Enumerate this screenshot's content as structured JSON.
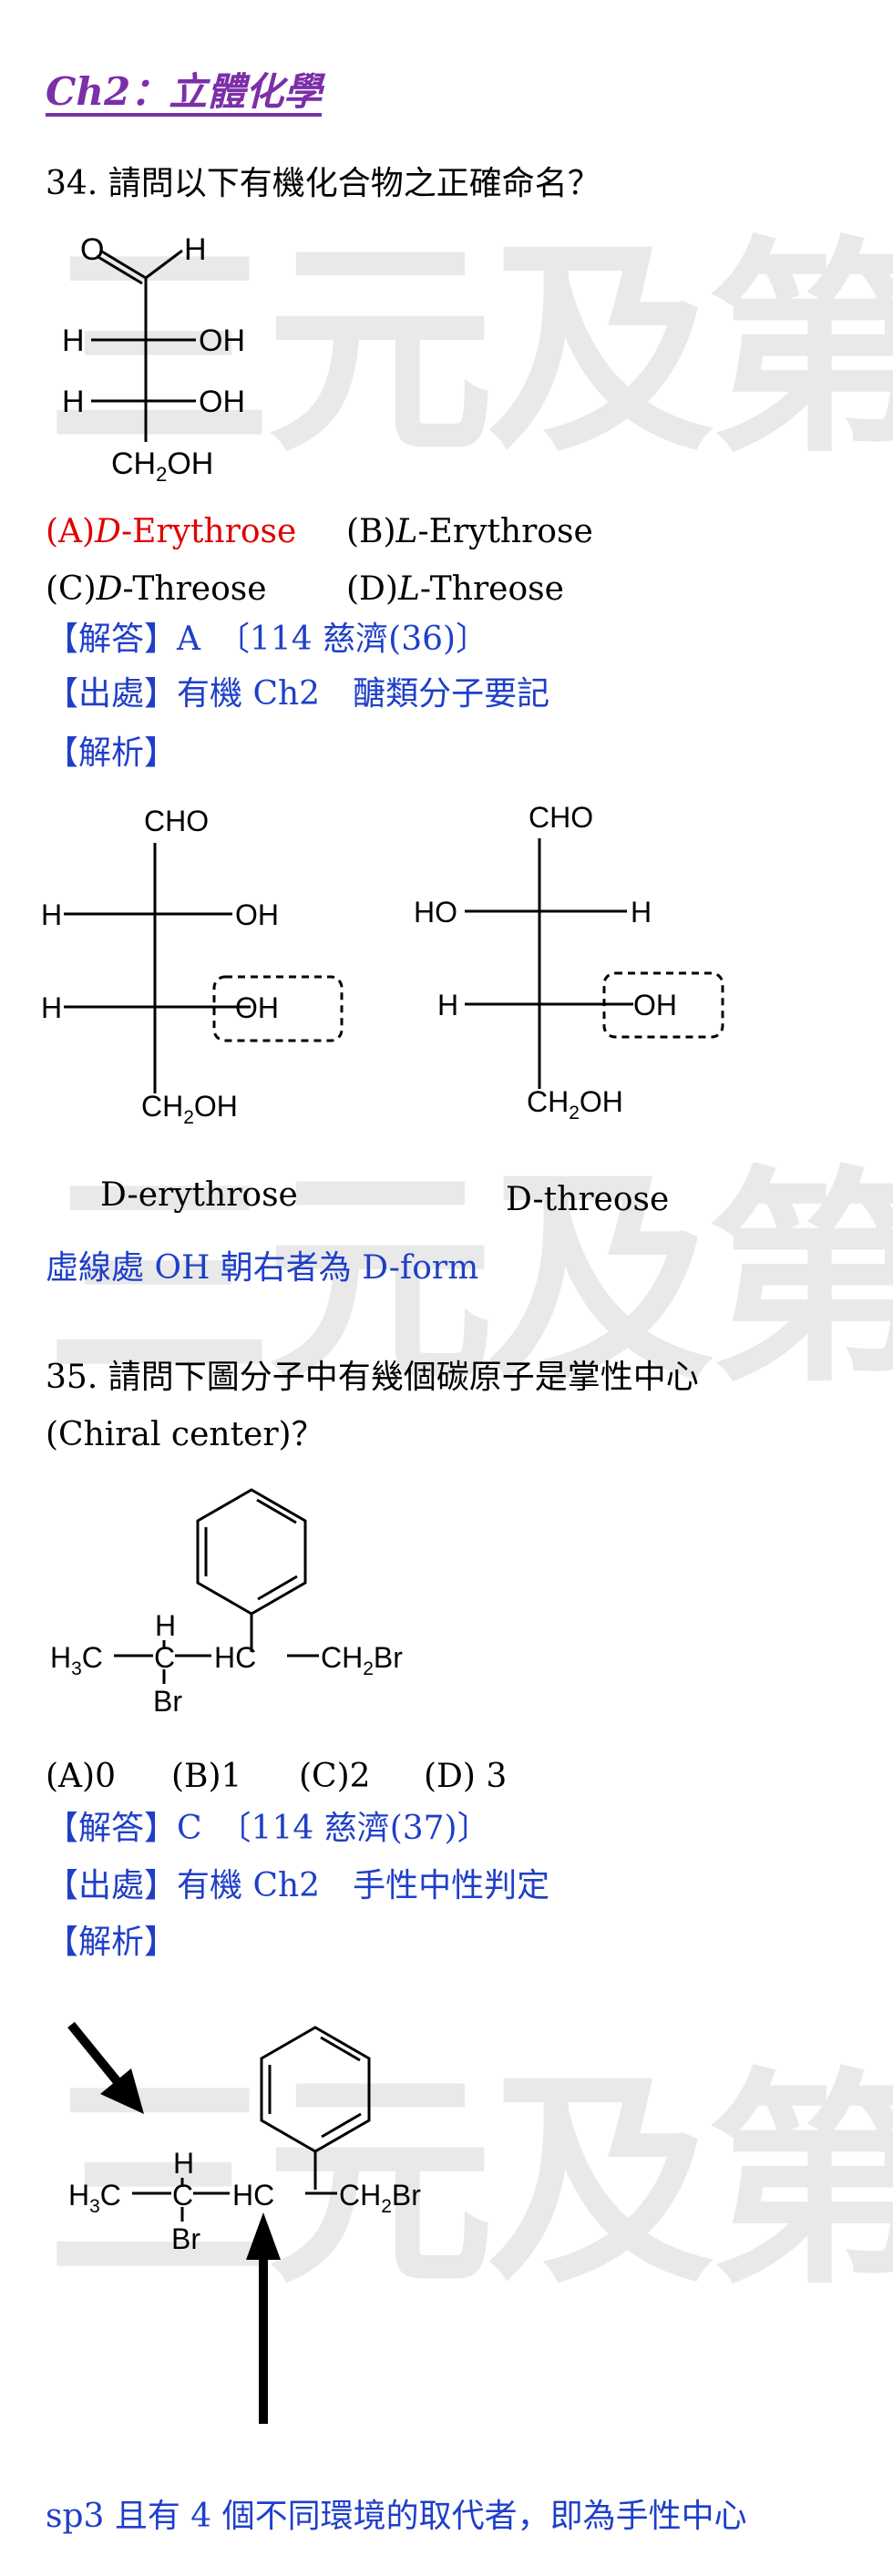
{
  "watermark": "三元及第",
  "chapter_title": "Ch2：立體化學",
  "q34": {
    "question": "34.  請問以下有機化合物之正確命名？",
    "options": [
      {
        "letter": "(A)",
        "config": "D",
        "name": "-Erythrose"
      },
      {
        "letter": "(B)",
        "config": "L",
        "name": "-Erythrose"
      },
      {
        "letter": "(C)",
        "config": "D",
        "name": "-Threose"
      },
      {
        "letter": "(D)",
        "config": "L",
        "name": "-Threose"
      }
    ],
    "answer": "【解答】A　〔114 慈濟(36)〕",
    "source": "【出處】有機 Ch2　醣類分子要記",
    "analysis_label": "【解析】",
    "erythrose_caption": "D-erythrose",
    "threose_caption": "D-threose",
    "note": "虛線處 OH 朝右者為 D-form"
  },
  "q35": {
    "question_line1": "35.  請問下圖分子中有幾個碳原子是掌性中心",
    "question_line2": "(Chiral center)？",
    "options": [
      "(A)0",
      "(B)1",
      "(C)2",
      "(D) 3"
    ],
    "answer": "【解答】C　〔114 慈濟(37)〕",
    "source": "【出處】有機 Ch2　手性中性判定",
    "analysis_label": "【解析】",
    "note": "sp3  且有 4 個不同環境的取代者，即為手性中心"
  },
  "chem": {
    "O": "O",
    "H": "H",
    "OH": "OH",
    "HO": "HO",
    "CHO": "CHO",
    "CH2": "CH",
    "sub2": "2",
    "H3": "H",
    "sub3": "3",
    "C": "C",
    "HC": "HC",
    "Br": "Br"
  }
}
